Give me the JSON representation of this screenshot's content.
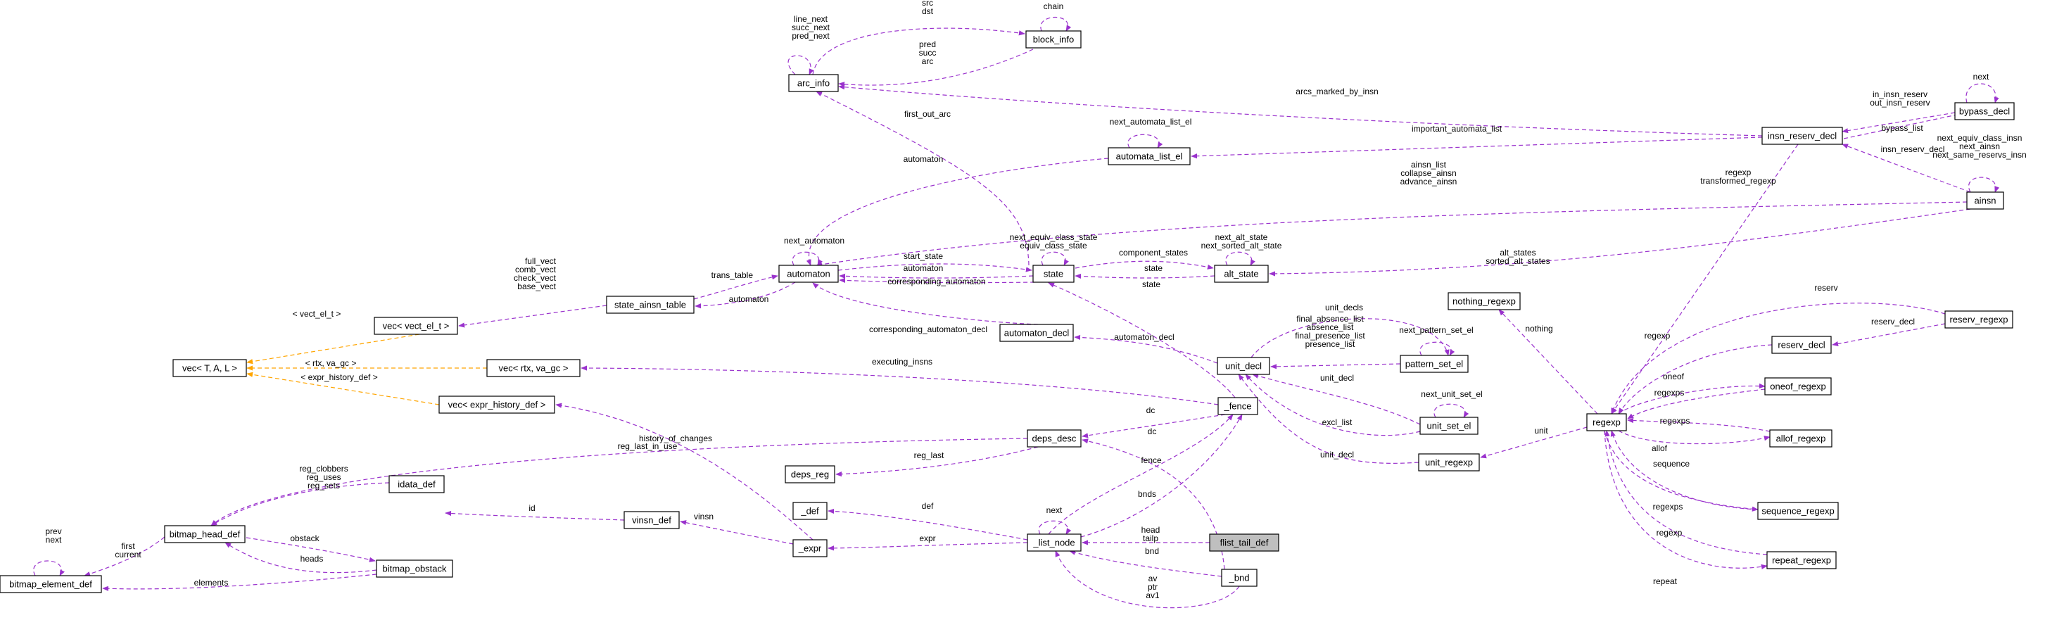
{
  "diagram": {
    "colors": {
      "member_edge": "#9a32cd",
      "template_edge": "#ffa500",
      "node_border": "#000000",
      "highlight_fill": "#bfbfbf"
    },
    "nodes": [
      {
        "id": "arc_info",
        "label": "arc_info"
      },
      {
        "id": "block_info",
        "label": "block_info"
      },
      {
        "id": "bypass_decl",
        "label": "bypass_decl"
      },
      {
        "id": "insn_reserv_decl",
        "label": "insn_reserv_decl"
      },
      {
        "id": "automata_list_el",
        "label": "automata_list_el"
      },
      {
        "id": "ainsn",
        "label": "ainsn"
      },
      {
        "id": "automaton",
        "label": "automaton"
      },
      {
        "id": "state",
        "label": "state"
      },
      {
        "id": "alt_state",
        "label": "alt_state"
      },
      {
        "id": "state_ainsn_table",
        "label": "state_ainsn_table"
      },
      {
        "id": "vec_vect_el_t",
        "label": "vec< vect_el_t >"
      },
      {
        "id": "vec_T_A_L",
        "label": "vec< T, A, L >"
      },
      {
        "id": "vec_rtx_va_gc",
        "label": "vec< rtx, va_gc >"
      },
      {
        "id": "vec_expr_history_def",
        "label": "vec< expr_history_def >"
      },
      {
        "id": "automaton_decl",
        "label": "automaton_decl"
      },
      {
        "id": "unit_decl",
        "label": "unit_decl"
      },
      {
        "id": "pattern_set_el",
        "label": "pattern_set_el"
      },
      {
        "id": "unit_set_el",
        "label": "unit_set_el"
      },
      {
        "id": "unit_regexp",
        "label": "unit_regexp"
      },
      {
        "id": "nothing_regexp",
        "label": "nothing_regexp"
      },
      {
        "id": "regexp",
        "label": "regexp"
      },
      {
        "id": "reserv_regexp",
        "label": "reserv_regexp"
      },
      {
        "id": "reserv_decl",
        "label": "reserv_decl"
      },
      {
        "id": "oneof_regexp",
        "label": "oneof_regexp"
      },
      {
        "id": "allof_regexp",
        "label": "allof_regexp"
      },
      {
        "id": "sequence_regexp",
        "label": "sequence_regexp"
      },
      {
        "id": "repeat_regexp",
        "label": "repeat_regexp"
      },
      {
        "id": "fence",
        "label": "_fence"
      },
      {
        "id": "deps_desc",
        "label": "deps_desc"
      },
      {
        "id": "deps_reg",
        "label": "deps_reg"
      },
      {
        "id": "def",
        "label": "_def"
      },
      {
        "id": "expr",
        "label": "_expr"
      },
      {
        "id": "list_node",
        "label": "_list_node"
      },
      {
        "id": "flist_tail_def",
        "label": "flist_tail_def"
      },
      {
        "id": "bnd",
        "label": "_bnd"
      },
      {
        "id": "vinsn_def",
        "label": "vinsn_def"
      },
      {
        "id": "idata_def",
        "label": "idata_def"
      },
      {
        "id": "bitmap_head_def",
        "label": "bitmap_head_def"
      },
      {
        "id": "bitmap_obstack",
        "label": "bitmap_obstack"
      },
      {
        "id": "bitmap_element_def",
        "label": "bitmap_element_def"
      }
    ],
    "edges": [
      {
        "id": "e1",
        "kind": "member",
        "label": [
          "src",
          "dst"
        ]
      },
      {
        "id": "e2",
        "kind": "member",
        "label": [
          "chain"
        ]
      },
      {
        "id": "e3",
        "kind": "member",
        "label": [
          "line_next",
          "succ_next",
          "pred_next"
        ]
      },
      {
        "id": "e4",
        "kind": "member",
        "label": [
          "pred",
          "succ",
          "arc"
        ]
      },
      {
        "id": "e5",
        "kind": "member",
        "label": [
          "arcs_marked_by_insn"
        ]
      },
      {
        "id": "e6",
        "kind": "member",
        "label": [
          "next"
        ]
      },
      {
        "id": "e7",
        "kind": "member",
        "label": [
          "in_insn_reserv",
          "out_insn_reserv"
        ]
      },
      {
        "id": "e8",
        "kind": "member",
        "label": [
          "bypass_list"
        ]
      },
      {
        "id": "e9",
        "kind": "member",
        "label": [
          "important_automata_list"
        ]
      },
      {
        "id": "e10",
        "kind": "member",
        "label": [
          "next_automata_list_el"
        ]
      },
      {
        "id": "e11",
        "kind": "member",
        "label": [
          "first_out_arc"
        ]
      },
      {
        "id": "e12",
        "kind": "member",
        "label": [
          "automaton"
        ]
      },
      {
        "id": "e13",
        "kind": "member",
        "label": [
          "insn_reserv_decl"
        ]
      },
      {
        "id": "e14",
        "kind": "member",
        "label": [
          "next_equiv_class_insn",
          "next_ainsn",
          "next_same_reservs_insn"
        ]
      },
      {
        "id": "e15",
        "kind": "member",
        "label": [
          "ainsn_list",
          "collapse_ainsn",
          "advance_ainsn"
        ]
      },
      {
        "id": "e16",
        "kind": "member",
        "label": [
          "regexp",
          "transformed_regexp"
        ]
      },
      {
        "id": "e17",
        "kind": "member",
        "label": [
          "next_automaton"
        ]
      },
      {
        "id": "e18",
        "kind": "member",
        "label": [
          "next_equiv_class_state",
          "equiv_class_state"
        ]
      },
      {
        "id": "e19",
        "kind": "member",
        "label": [
          "next_alt_state",
          "next_sorted_alt_state"
        ]
      },
      {
        "id": "e20",
        "kind": "member",
        "label": [
          "start_state"
        ]
      },
      {
        "id": "e21",
        "kind": "member",
        "label": [
          "automaton"
        ]
      },
      {
        "id": "e22",
        "kind": "member",
        "label": [
          "component_states"
        ]
      },
      {
        "id": "e23",
        "kind": "member",
        "label": [
          "state"
        ]
      },
      {
        "id": "e24",
        "kind": "member",
        "label": [
          "alt_states",
          "sorted_alt_states"
        ]
      },
      {
        "id": "e25",
        "kind": "member",
        "label": [
          "trans_table"
        ]
      },
      {
        "id": "e26",
        "kind": "member",
        "label": [
          "automaton"
        ]
      },
      {
        "id": "e27",
        "kind": "member",
        "label": [
          "corresponding_automaton"
        ]
      },
      {
        "id": "e28",
        "kind": "member",
        "label": [
          "full_vect",
          "comb_vect",
          "check_vect",
          "base_vect"
        ]
      },
      {
        "id": "e29",
        "kind": "template",
        "label": [
          "< vect_el_t >"
        ]
      },
      {
        "id": "e30",
        "kind": "template",
        "label": [
          "< rtx, va_gc >"
        ]
      },
      {
        "id": "e31",
        "kind": "template",
        "label": [
          "< expr_history_def >"
        ]
      },
      {
        "id": "e32",
        "kind": "member",
        "label": [
          "corresponding_automaton_decl"
        ]
      },
      {
        "id": "e33",
        "kind": "member",
        "label": [
          "automaton_decl"
        ]
      },
      {
        "id": "e34",
        "kind": "member",
        "label": [
          "state"
        ]
      },
      {
        "id": "e35",
        "kind": "member",
        "label": [
          "executing_insns"
        ]
      },
      {
        "id": "e36",
        "kind": "member",
        "label": [
          "unit_decls"
        ]
      },
      {
        "id": "e37",
        "kind": "member",
        "label": [
          "next_pattern_set_el"
        ]
      },
      {
        "id": "e38",
        "kind": "member",
        "label": [
          "final_absence_list",
          "absence_list",
          "final_presence_list",
          "presence_list"
        ]
      },
      {
        "id": "e39",
        "kind": "member",
        "label": [
          "unit_decl"
        ]
      },
      {
        "id": "e40",
        "kind": "member",
        "label": [
          "next_unit_set_el"
        ]
      },
      {
        "id": "e41",
        "kind": "member",
        "label": [
          "excl_list"
        ]
      },
      {
        "id": "e42",
        "kind": "member",
        "label": [
          "unit_decl"
        ]
      },
      {
        "id": "e43",
        "kind": "member",
        "label": [
          "unit"
        ]
      },
      {
        "id": "e44",
        "kind": "member",
        "label": [
          "nothing"
        ]
      },
      {
        "id": "e45",
        "kind": "member",
        "label": [
          "reserv"
        ]
      },
      {
        "id": "e46",
        "kind": "member",
        "label": [
          "reserv_decl"
        ]
      },
      {
        "id": "e47",
        "kind": "member",
        "label": [
          "regexp"
        ]
      },
      {
        "id": "e48",
        "kind": "member",
        "label": [
          "oneof"
        ]
      },
      {
        "id": "e49",
        "kind": "member",
        "label": [
          "regexps"
        ]
      },
      {
        "id": "e50",
        "kind": "member",
        "label": [
          "regexps"
        ]
      },
      {
        "id": "e51",
        "kind": "member",
        "label": [
          "allof"
        ]
      },
      {
        "id": "e52",
        "kind": "member",
        "label": [
          "sequence"
        ]
      },
      {
        "id": "e53",
        "kind": "member",
        "label": [
          "regexps"
        ]
      },
      {
        "id": "e54",
        "kind": "member",
        "label": [
          "regexp"
        ]
      },
      {
        "id": "e55",
        "kind": "member",
        "label": [
          "repeat"
        ]
      },
      {
        "id": "e56",
        "kind": "member",
        "label": [
          "history_of_changes"
        ]
      },
      {
        "id": "e57",
        "kind": "member",
        "label": [
          "dc"
        ]
      },
      {
        "id": "e58",
        "kind": "member",
        "label": [
          "dc"
        ]
      },
      {
        "id": "e59",
        "kind": "member",
        "label": [
          "reg_last_in_use"
        ]
      },
      {
        "id": "e60",
        "kind": "member",
        "label": [
          "reg_last"
        ]
      },
      {
        "id": "e61",
        "kind": "member",
        "label": [
          "fence"
        ]
      },
      {
        "id": "e62",
        "kind": "member",
        "label": [
          "bnds"
        ]
      },
      {
        "id": "e63",
        "kind": "member",
        "label": [
          "def"
        ]
      },
      {
        "id": "e64",
        "kind": "member",
        "label": [
          "next"
        ]
      },
      {
        "id": "e65",
        "kind": "member",
        "label": [
          "expr"
        ]
      },
      {
        "id": "e66",
        "kind": "member",
        "label": [
          "head",
          "tailp"
        ]
      },
      {
        "id": "e67",
        "kind": "member",
        "label": [
          "bnd"
        ]
      },
      {
        "id": "e68",
        "kind": "member",
        "label": [
          "av",
          "ptr",
          "av1"
        ]
      },
      {
        "id": "e69",
        "kind": "member",
        "label": [
          "vinsn"
        ]
      },
      {
        "id": "e70",
        "kind": "member",
        "label": [
          "id"
        ]
      },
      {
        "id": "e71",
        "kind": "member",
        "label": [
          "reg_clobbers",
          "reg_uses",
          "reg_sets"
        ]
      },
      {
        "id": "e72",
        "kind": "member",
        "label": [
          "obstack"
        ]
      },
      {
        "id": "e73",
        "kind": "member",
        "label": [
          "heads"
        ]
      },
      {
        "id": "e74",
        "kind": "member",
        "label": [
          "first",
          "current"
        ]
      },
      {
        "id": "e75",
        "kind": "member",
        "label": [
          "prev",
          "next"
        ]
      },
      {
        "id": "e76",
        "kind": "member",
        "label": [
          "elements"
        ]
      }
    ]
  }
}
